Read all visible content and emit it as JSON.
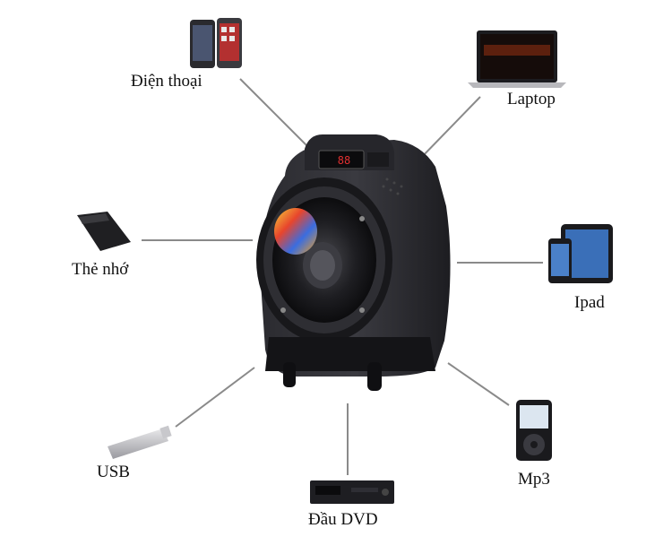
{
  "devices": {
    "phone": "Điện thoại",
    "laptop": "Laptop",
    "memory_card": "Thẻ nhớ",
    "ipad": "Ipad",
    "usb": "USB",
    "mp3": "Mp3",
    "dvd": "Đầu DVD"
  },
  "speaker": {
    "display_text": "88"
  },
  "icons": {
    "phone": "smartphone-icon",
    "laptop": "laptop-icon",
    "memory_card": "sd-card-icon",
    "ipad": "tablet-icon",
    "usb": "usb-drive-icon",
    "mp3": "mp3-player-icon",
    "dvd": "dvd-player-icon",
    "speaker": "speaker-icon"
  }
}
